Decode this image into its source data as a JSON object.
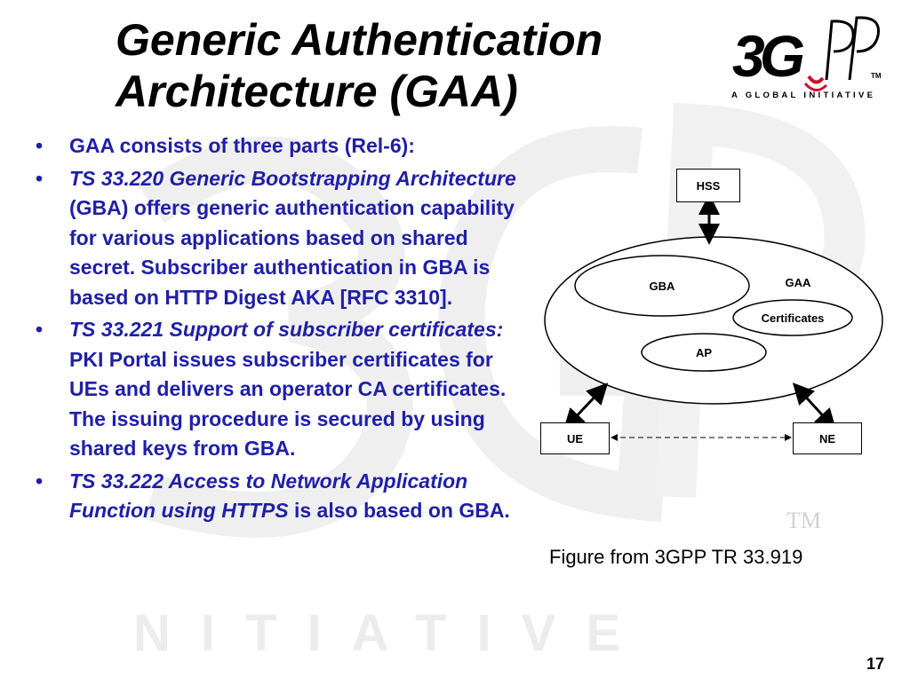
{
  "slide": {
    "title_line1": "Generic Authentication",
    "title_line2": "Architecture (GAA)",
    "page_number": "17",
    "caption": "Figure from 3GPP TR 33.919"
  },
  "logo": {
    "text": "3GPP",
    "tm": "TM",
    "tagline": "A GLOBAL INITIATIVE"
  },
  "watermark": {
    "letters": "NITIATIVE",
    "tm": "TM"
  },
  "bullets": [
    {
      "normal": "GAA consists of three parts (Rel-6):"
    },
    {
      "italic": "TS 33.220 Generic Bootstrapping Architecture",
      "normal": " (GBA) offers generic authentication capability for various applications based on shared secret. Subscriber authentication in GBA is based on HTTP Digest AKA [RFC 3310]."
    },
    {
      "italic": "TS 33.221 Support of subscriber certificates:",
      "normal": " PKI Portal issues subscriber certificates for UEs and delivers an operator CA certificates. The issuing procedure is secured by using shared keys from GBA."
    },
    {
      "italic": "TS 33.222 Access to Network Application Function using HTTPS",
      "normal": " is also based on GBA."
    }
  ],
  "diagram": {
    "hss": "HSS",
    "gaa": "GAA",
    "gba": "GBA",
    "certificates": "Certificates",
    "ap": "AP",
    "ue": "UE",
    "ne": "NE"
  },
  "colors": {
    "bullet_text": "#1f1fa8",
    "logo_red": "#c8102e"
  }
}
